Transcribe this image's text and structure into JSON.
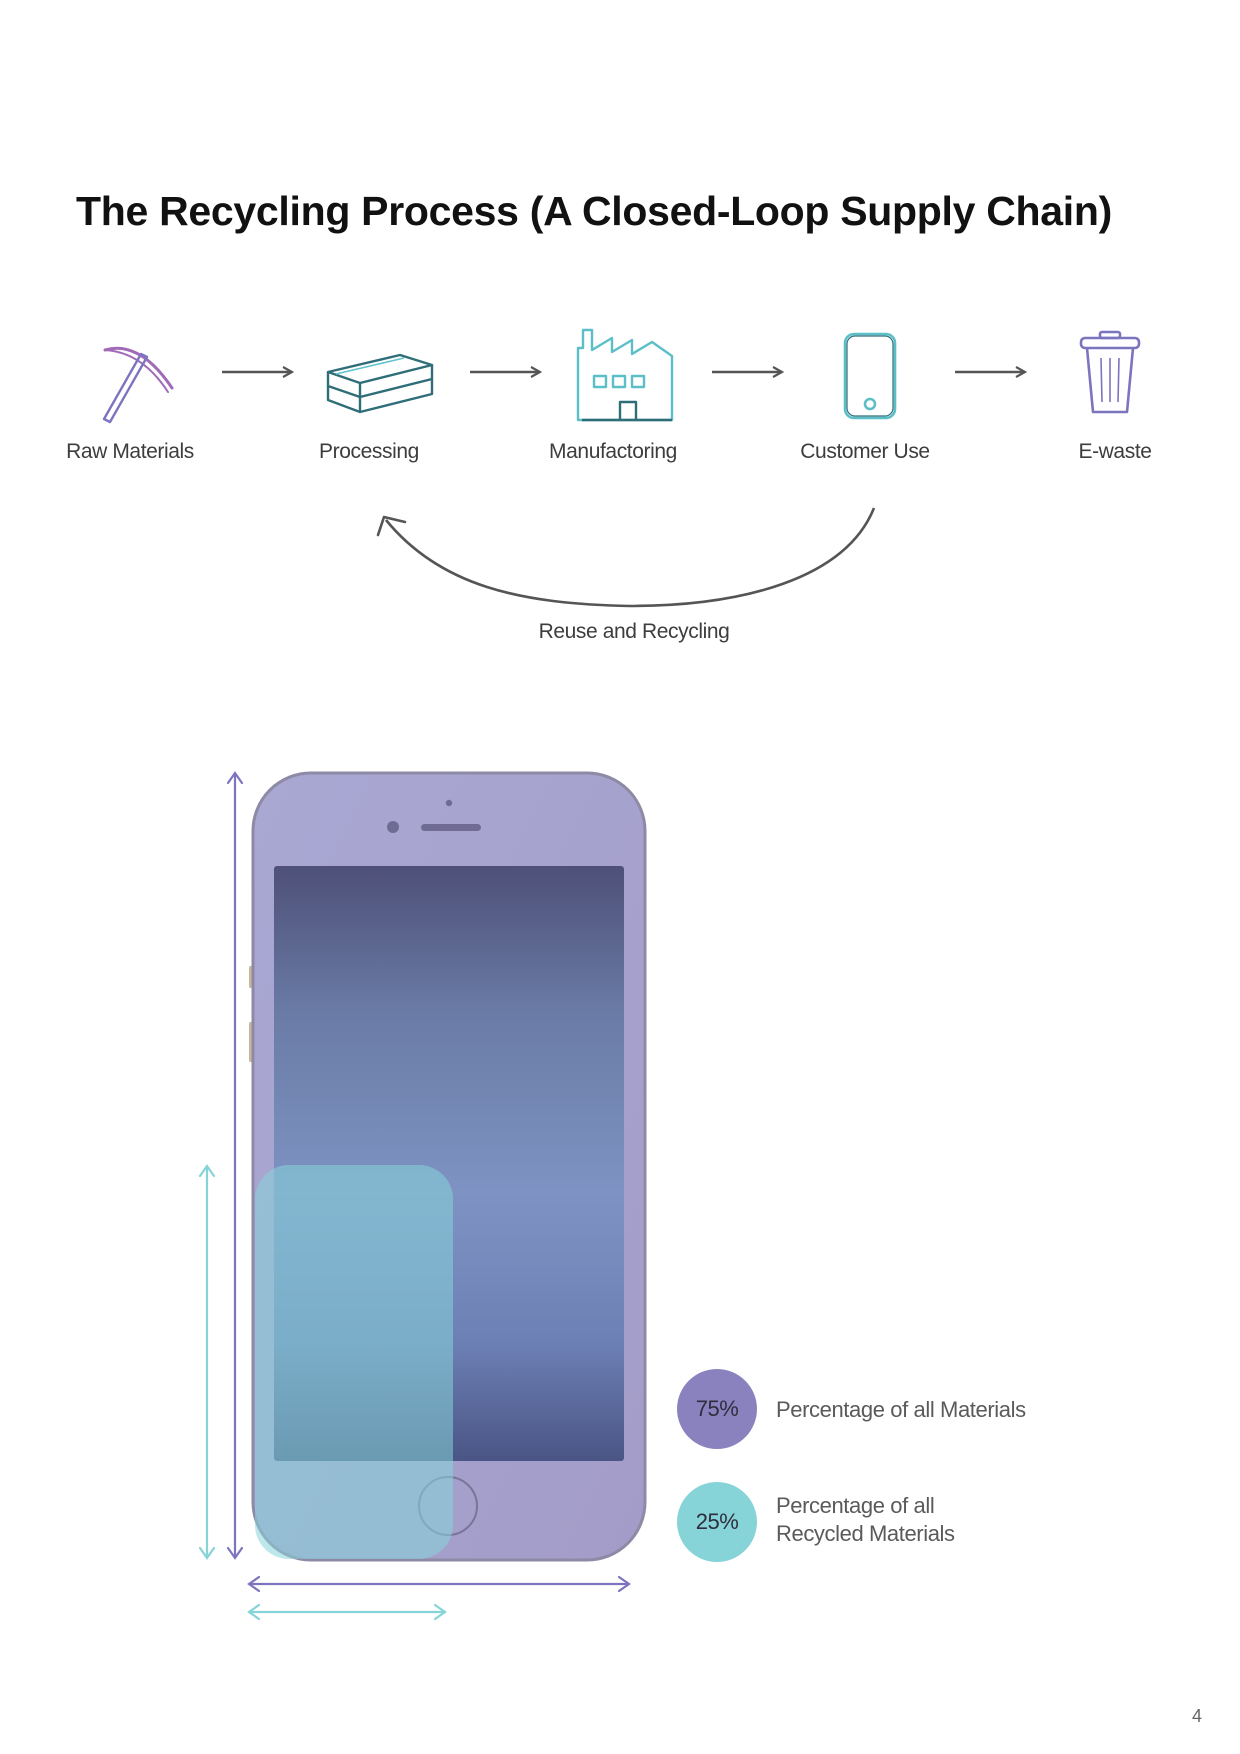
{
  "title": "The Recycling Process (A Closed-Loop Supply Chain)",
  "steps": [
    {
      "label": "Raw Materials",
      "icon": "pickaxe-icon"
    },
    {
      "label": "Processing",
      "icon": "stacked-bars-icon"
    },
    {
      "label": "Manufactoring",
      "icon": "factory-icon"
    },
    {
      "label": "Customer Use",
      "icon": "smartphone-icon"
    },
    {
      "label": "E-waste",
      "icon": "trash-can-icon"
    }
  ],
  "loop_label": "Reuse and Recycling",
  "legend": [
    {
      "value": "75%",
      "label_line1": "Percentage of all Materials",
      "label_line2": "",
      "color": "#8a82be"
    },
    {
      "value": "25%",
      "label_line1": "Percentage of all",
      "label_line2": "Recycled Materials",
      "color": "#86d3d8"
    }
  ],
  "chart_data": {
    "type": "area",
    "categories": [
      "Percentage of all Materials",
      "Percentage of all Recycled Materials"
    ],
    "values": [
      75,
      25
    ],
    "units": "%"
  },
  "colors": {
    "purple": "#8a82be",
    "teal": "#86d3d8",
    "pickaxe": "#9a6fbf",
    "arrow": "#555555"
  },
  "page_number": "4"
}
